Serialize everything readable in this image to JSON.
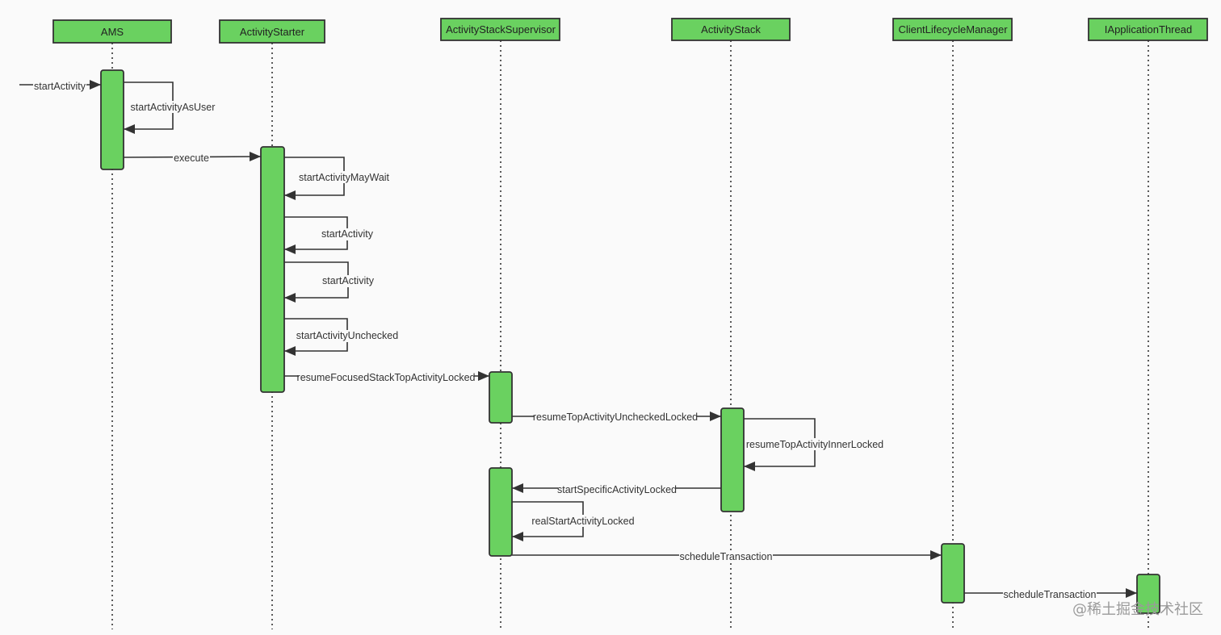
{
  "participants": [
    {
      "id": "ams",
      "label": "AMS"
    },
    {
      "id": "starter",
      "label": "ActivityStarter"
    },
    {
      "id": "supervisor",
      "label": "ActivityStackSupervisor"
    },
    {
      "id": "stack",
      "label": "ActivityStack"
    },
    {
      "id": "clm",
      "label": "ClientLifecycleManager"
    },
    {
      "id": "iat",
      "label": "IApplicationThread"
    }
  ],
  "messages": [
    {
      "from": null,
      "to": "ams",
      "label": "startActivity"
    },
    {
      "from": "ams",
      "to": "ams",
      "label": "startActivityAsUser"
    },
    {
      "from": "ams",
      "to": "starter",
      "label": "execute"
    },
    {
      "from": "starter",
      "to": "starter",
      "label": "startActivityMayWait"
    },
    {
      "from": "starter",
      "to": "starter",
      "label": "startActivity"
    },
    {
      "from": "starter",
      "to": "starter",
      "label": "startActivity"
    },
    {
      "from": "starter",
      "to": "starter",
      "label": "startActivityUnchecked"
    },
    {
      "from": "starter",
      "to": "supervisor",
      "label": "resumeFocusedStackTopActivityLocked"
    },
    {
      "from": "supervisor",
      "to": "stack",
      "label": "resumeTopActivityUncheckedLocked"
    },
    {
      "from": "stack",
      "to": "stack",
      "label": "resumeTopActivityInnerLocked"
    },
    {
      "from": "stack",
      "to": "supervisor",
      "label": "startSpecificActivityLocked"
    },
    {
      "from": "supervisor",
      "to": "supervisor",
      "label": "realStartActivityLocked"
    },
    {
      "from": "supervisor",
      "to": "clm",
      "label": "scheduleTransaction"
    },
    {
      "from": "clm",
      "to": "iat",
      "label": "scheduleTransaction"
    }
  ],
  "watermark": "@稀土掘金技术社区",
  "colors": {
    "box_fill": "#6ad160",
    "stroke": "#333333",
    "background": "#fafafa"
  }
}
